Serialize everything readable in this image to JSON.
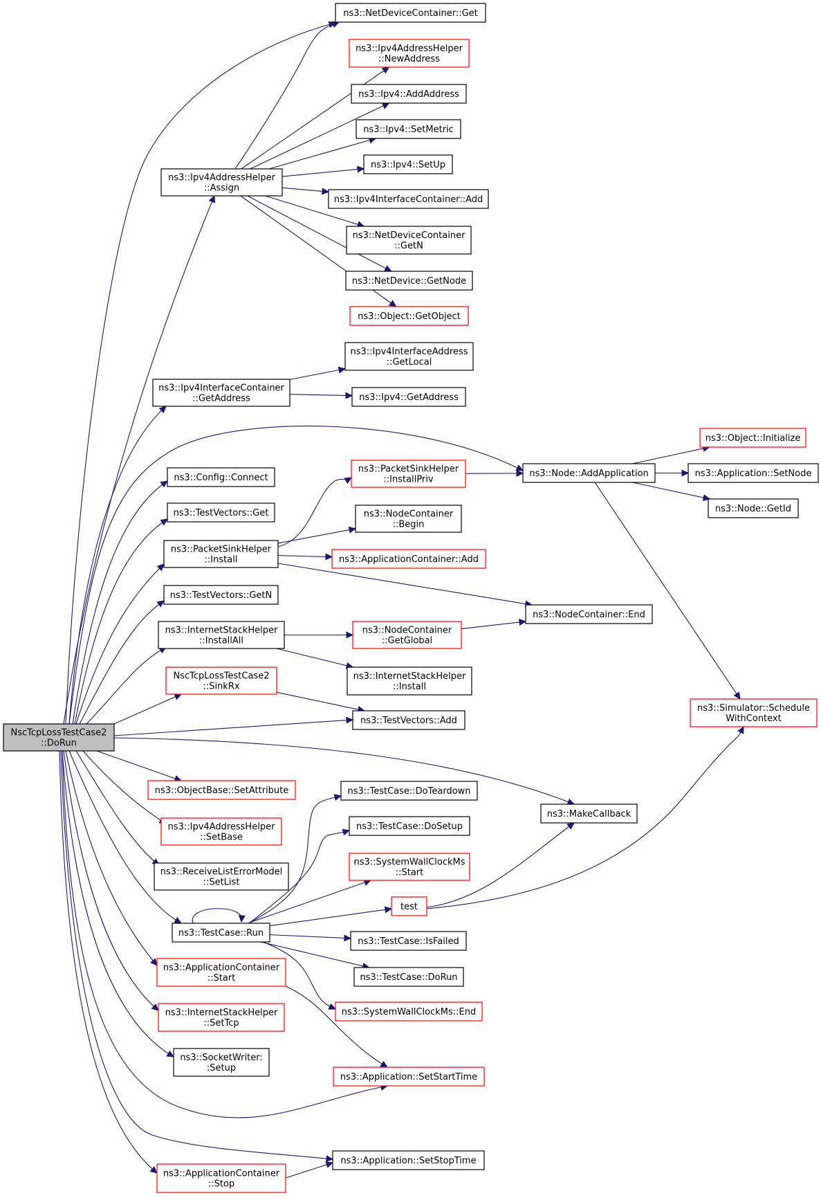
{
  "colors": {
    "edge": "#191970",
    "normal_border": "#000000",
    "truncated_border": "#ff0000",
    "root_fill": "#bfbfbf",
    "node_fill": "#ffffff"
  },
  "nodes": [
    {
      "id": "root",
      "lines": [
        "NscTcpLossTestCase2",
        "::DoRun"
      ],
      "kind": "root"
    },
    {
      "id": "ndc_get",
      "lines": [
        "ns3::NetDeviceContainer::Get"
      ],
      "kind": "normal"
    },
    {
      "id": "ipv4h_newaddr",
      "lines": [
        "ns3::Ipv4AddressHelper",
        "::NewAddress"
      ],
      "kind": "truncated"
    },
    {
      "id": "ipv4_addaddress",
      "lines": [
        "ns3::Ipv4::AddAddress"
      ],
      "kind": "normal"
    },
    {
      "id": "ipv4_setmetric",
      "lines": [
        "ns3::Ipv4::SetMetric"
      ],
      "kind": "normal"
    },
    {
      "id": "ipv4_setup",
      "lines": [
        "ns3::Ipv4::SetUp"
      ],
      "kind": "normal"
    },
    {
      "id": "ipv4h_assign",
      "lines": [
        "ns3::Ipv4AddressHelper",
        "::Assign"
      ],
      "kind": "normal"
    },
    {
      "id": "ipv4ic_add",
      "lines": [
        "ns3::Ipv4InterfaceContainer::Add"
      ],
      "kind": "normal"
    },
    {
      "id": "ndc_getn",
      "lines": [
        "ns3::NetDeviceContainer",
        "::GetN"
      ],
      "kind": "normal"
    },
    {
      "id": "nd_getnode",
      "lines": [
        "ns3::NetDevice::GetNode"
      ],
      "kind": "normal"
    },
    {
      "id": "obj_getobject",
      "lines": [
        "ns3::Object::GetObject"
      ],
      "kind": "truncated"
    },
    {
      "id": "ipv4ia_getlocal",
      "lines": [
        "ns3::Ipv4InterfaceAddress",
        "::GetLocal"
      ],
      "kind": "normal"
    },
    {
      "id": "ipv4ic_getaddress",
      "lines": [
        "ns3::Ipv4InterfaceContainer",
        "::GetAddress"
      ],
      "kind": "normal"
    },
    {
      "id": "ipv4_getaddress",
      "lines": [
        "ns3::Ipv4::GetAddress"
      ],
      "kind": "normal"
    },
    {
      "id": "obj_initialize",
      "lines": [
        "ns3::Object::Initialize"
      ],
      "kind": "truncated"
    },
    {
      "id": "psh_installpriv",
      "lines": [
        "ns3::PacketSinkHelper",
        "::InstallPriv"
      ],
      "kind": "truncated"
    },
    {
      "id": "node_addapp",
      "lines": [
        "ns3::Node::AddApplication"
      ],
      "kind": "normal"
    },
    {
      "id": "app_setnode",
      "lines": [
        "ns3::Application::SetNode"
      ],
      "kind": "normal"
    },
    {
      "id": "config_connect",
      "lines": [
        "ns3::Config::Connect"
      ],
      "kind": "normal"
    },
    {
      "id": "tv_get",
      "lines": [
        "ns3::TestVectors::Get"
      ],
      "kind": "normal"
    },
    {
      "id": "nc_begin",
      "lines": [
        "ns3::NodeContainer",
        "::Begin"
      ],
      "kind": "normal"
    },
    {
      "id": "node_getid",
      "lines": [
        "ns3::Node::GetId"
      ],
      "kind": "normal"
    },
    {
      "id": "psh_install",
      "lines": [
        "ns3::PacketSinkHelper",
        "::Install"
      ],
      "kind": "normal"
    },
    {
      "id": "appc_add",
      "lines": [
        "ns3::ApplicationContainer::Add"
      ],
      "kind": "truncated"
    },
    {
      "id": "tv_getn",
      "lines": [
        "ns3::TestVectors::GetN"
      ],
      "kind": "normal"
    },
    {
      "id": "nc_end",
      "lines": [
        "ns3::NodeContainer::End"
      ],
      "kind": "normal"
    },
    {
      "id": "ish_installall",
      "lines": [
        "ns3::InternetStackHelper",
        "::InstallAll"
      ],
      "kind": "normal"
    },
    {
      "id": "nc_getglobal",
      "lines": [
        "ns3::NodeContainer",
        "::GetGlobal"
      ],
      "kind": "truncated"
    },
    {
      "id": "ish_install",
      "lines": [
        "ns3::InternetStackHelper",
        "::Install"
      ],
      "kind": "normal"
    },
    {
      "id": "sinkrx",
      "lines": [
        "NscTcpLossTestCase2",
        "::SinkRx"
      ],
      "kind": "truncated"
    },
    {
      "id": "sim_schedule",
      "lines": [
        "ns3::Simulator::Schedule",
        "WithContext"
      ],
      "kind": "truncated"
    },
    {
      "id": "tv_add",
      "lines": [
        "ns3::TestVectors::Add"
      ],
      "kind": "normal"
    },
    {
      "id": "objbase_setattr",
      "lines": [
        "ns3::ObjectBase::SetAttribute"
      ],
      "kind": "truncated"
    },
    {
      "id": "tc_doteardown",
      "lines": [
        "ns3::TestCase::DoTeardown"
      ],
      "kind": "normal"
    },
    {
      "id": "makecallback",
      "lines": [
        "ns3::MakeCallback"
      ],
      "kind": "normal"
    },
    {
      "id": "ipv4h_setbase",
      "lines": [
        "ns3::Ipv4AddressHelper",
        "::SetBase"
      ],
      "kind": "truncated"
    },
    {
      "id": "tc_dosetup",
      "lines": [
        "ns3::TestCase::DoSetup"
      ],
      "kind": "normal"
    },
    {
      "id": "rlem_setlist",
      "lines": [
        "ns3::ReceiveListErrorModel",
        "::SetList"
      ],
      "kind": "normal"
    },
    {
      "id": "swc_start",
      "lines": [
        "ns3::SystemWallClockMs",
        "::Start"
      ],
      "kind": "truncated"
    },
    {
      "id": "test",
      "lines": [
        "test"
      ],
      "kind": "truncated"
    },
    {
      "id": "tc_run",
      "lines": [
        "ns3::TestCase::Run"
      ],
      "kind": "normal"
    },
    {
      "id": "tc_isfailed",
      "lines": [
        "ns3::TestCase::IsFailed"
      ],
      "kind": "normal"
    },
    {
      "id": "tc_dorun",
      "lines": [
        "ns3::TestCase::DoRun"
      ],
      "kind": "normal"
    },
    {
      "id": "appc_start",
      "lines": [
        "ns3::ApplicationContainer",
        "::Start"
      ],
      "kind": "truncated"
    },
    {
      "id": "swc_end",
      "lines": [
        "ns3::SystemWallClockMs::End"
      ],
      "kind": "truncated"
    },
    {
      "id": "ish_settcp",
      "lines": [
        "ns3::InternetStackHelper",
        "::SetTcp"
      ],
      "kind": "truncated"
    },
    {
      "id": "sw_setup",
      "lines": [
        "ns3::SocketWriter:",
        ":Setup"
      ],
      "kind": "normal"
    },
    {
      "id": "app_setstarttime",
      "lines": [
        "ns3::Application::SetStartTime"
      ],
      "kind": "truncated"
    },
    {
      "id": "app_setstoptime",
      "lines": [
        "ns3::Application::SetStopTime"
      ],
      "kind": "normal"
    },
    {
      "id": "appc_stop",
      "lines": [
        "ns3::ApplicationContainer",
        "::Stop"
      ],
      "kind": "truncated"
    }
  ],
  "edges": [
    [
      "root",
      "ndc_get"
    ],
    [
      "root",
      "ipv4h_assign"
    ],
    [
      "root",
      "ipv4ic_getaddress"
    ],
    [
      "root",
      "node_addapp"
    ],
    [
      "root",
      "config_connect"
    ],
    [
      "root",
      "tv_get"
    ],
    [
      "root",
      "psh_install"
    ],
    [
      "root",
      "tv_getn"
    ],
    [
      "root",
      "ish_installall"
    ],
    [
      "root",
      "sinkrx"
    ],
    [
      "root",
      "tv_add"
    ],
    [
      "root",
      "makecallback"
    ],
    [
      "root",
      "objbase_setattr"
    ],
    [
      "root",
      "ipv4h_setbase"
    ],
    [
      "root",
      "rlem_setlist"
    ],
    [
      "root",
      "tc_run"
    ],
    [
      "root",
      "appc_start"
    ],
    [
      "root",
      "ish_settcp"
    ],
    [
      "root",
      "sw_setup"
    ],
    [
      "root",
      "app_setstarttime"
    ],
    [
      "root",
      "app_setstoptime"
    ],
    [
      "root",
      "appc_stop"
    ],
    [
      "ipv4h_assign",
      "ndc_get"
    ],
    [
      "ipv4h_assign",
      "ipv4h_newaddr"
    ],
    [
      "ipv4h_assign",
      "ipv4_addaddress"
    ],
    [
      "ipv4h_assign",
      "ipv4_setmetric"
    ],
    [
      "ipv4h_assign",
      "ipv4_setup"
    ],
    [
      "ipv4h_assign",
      "ipv4ic_add"
    ],
    [
      "ipv4h_assign",
      "ndc_getn"
    ],
    [
      "ipv4h_assign",
      "nd_getnode"
    ],
    [
      "ipv4h_assign",
      "obj_getobject"
    ],
    [
      "ipv4ic_getaddress",
      "ipv4ia_getlocal"
    ],
    [
      "ipv4ic_getaddress",
      "ipv4_getaddress"
    ],
    [
      "node_addapp",
      "obj_initialize"
    ],
    [
      "node_addapp",
      "app_setnode"
    ],
    [
      "node_addapp",
      "node_getid"
    ],
    [
      "node_addapp",
      "sim_schedule"
    ],
    [
      "psh_installpriv",
      "node_addapp"
    ],
    [
      "psh_install",
      "psh_installpriv"
    ],
    [
      "psh_install",
      "nc_begin"
    ],
    [
      "psh_install",
      "appc_add"
    ],
    [
      "psh_install",
      "nc_end"
    ],
    [
      "ish_installall",
      "nc_getglobal"
    ],
    [
      "ish_installall",
      "ish_install"
    ],
    [
      "nc_getglobal",
      "nc_end"
    ],
    [
      "sinkrx",
      "tv_add"
    ],
    [
      "tc_run",
      "tc_run"
    ],
    [
      "tc_run",
      "tc_doteardown"
    ],
    [
      "tc_run",
      "tc_dosetup"
    ],
    [
      "tc_run",
      "swc_start"
    ],
    [
      "tc_run",
      "test"
    ],
    [
      "tc_run",
      "tc_isfailed"
    ],
    [
      "tc_run",
      "tc_dorun"
    ],
    [
      "tc_run",
      "swc_end"
    ],
    [
      "test",
      "makecallback"
    ],
    [
      "test",
      "sim_schedule"
    ],
    [
      "appc_start",
      "app_setstarttime"
    ],
    [
      "appc_stop",
      "app_setstoptime"
    ]
  ]
}
